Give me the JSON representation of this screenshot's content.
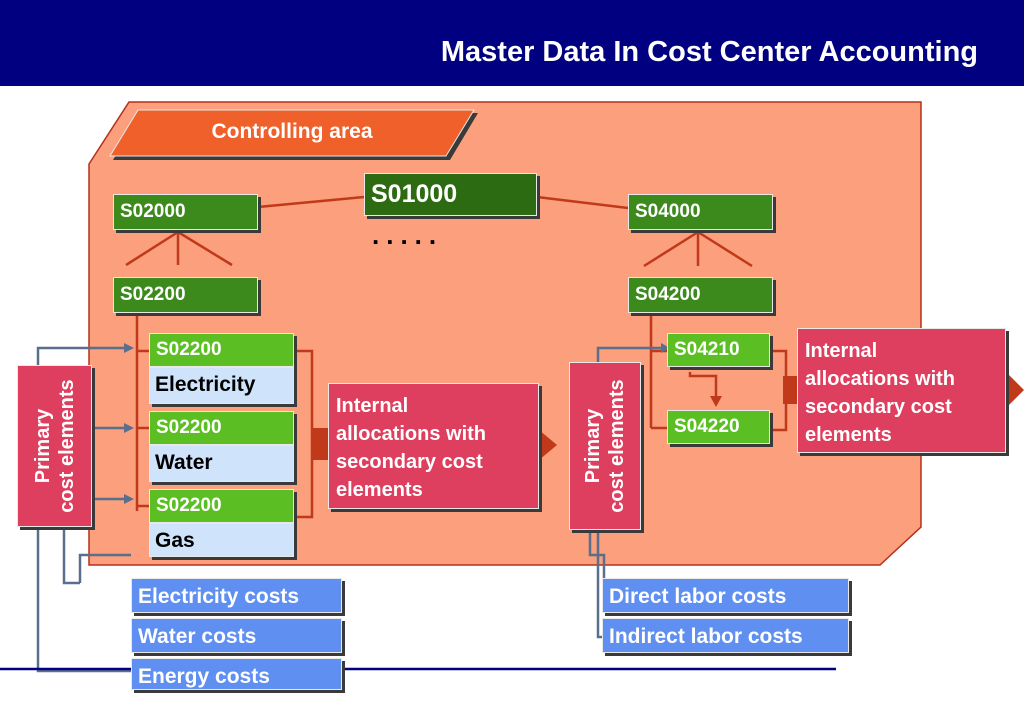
{
  "title": "Master Data In Cost Center Accounting",
  "controlling_area": "Controlling area",
  "dots": ".....",
  "nodes": {
    "root": "S01000",
    "left_group": "S02000",
    "left_sub": "S02200",
    "right_group": "S04000",
    "right_sub": "S04200",
    "right_c1": "S04210",
    "right_c2": "S04220"
  },
  "left_centers": [
    {
      "code": "S02200",
      "name": "Electricity"
    },
    {
      "code": "S02200",
      "name": "Water"
    },
    {
      "code": "S02200",
      "name": "Gas"
    }
  ],
  "primary_label": "Primary\ncost elements",
  "internal_alloc": "Internal\nallocations with\nsecondary cost\nelements",
  "left_costs": [
    "Electricity costs",
    "Water costs",
    "Energy costs"
  ],
  "right_costs": [
    "Direct labor costs",
    "Indirect labor costs"
  ],
  "colors": {
    "title_bg": "#000080",
    "area_bg": "#fb9f7c",
    "area_label_bg": "#f0602a",
    "dark_green": "#3d8a1c",
    "light_green": "#5bbf23",
    "light_blue": "#cfe4fb",
    "rose": "#df3f5f",
    "cost_blue": "#5f8ff0",
    "connector": "#c0391a"
  },
  "icons": [
    "right-arrow-icon",
    "down-arrow-icon"
  ]
}
